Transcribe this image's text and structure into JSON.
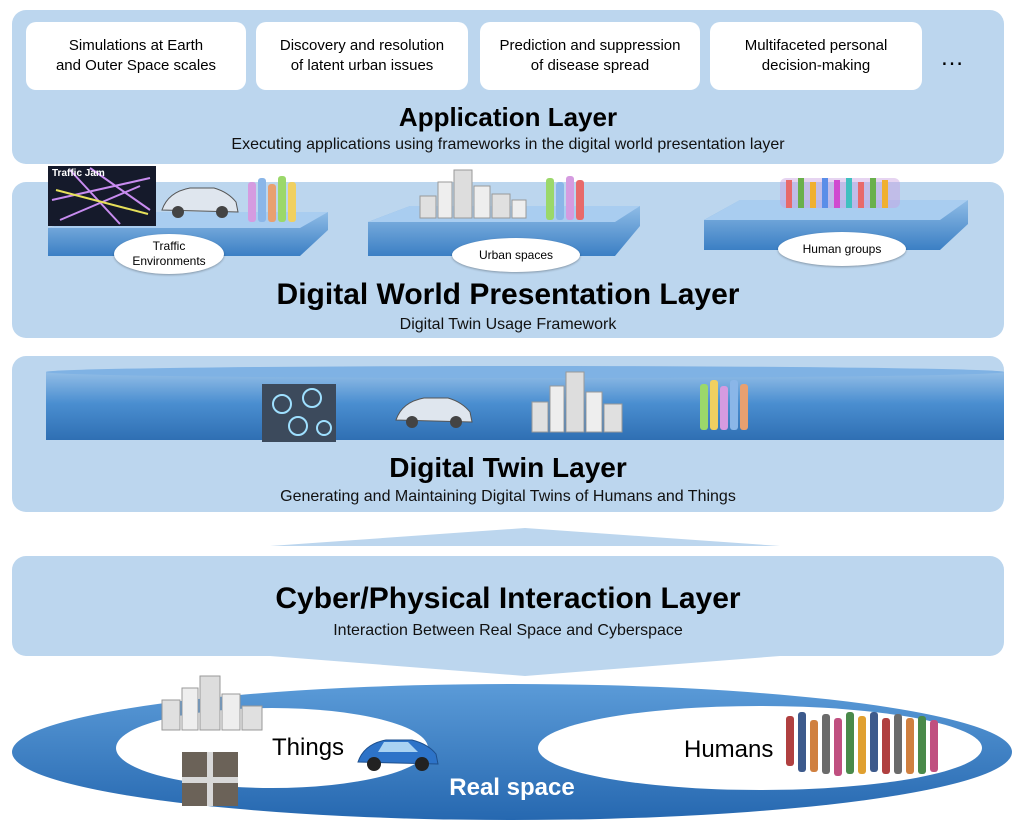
{
  "application_layer": {
    "title": "Application Layer",
    "subtitle": "Executing applications using frameworks in the digital world presentation layer",
    "apps": [
      "Simulations at Earth\nand Outer Space scales",
      "Discovery and resolution\nof latent urban issues",
      "Prediction and suppression\nof disease spread",
      "Multifaceted personal\ndecision-making"
    ],
    "more": "…"
  },
  "presentation_layer": {
    "title": "Digital World Presentation Layer",
    "subtitle": "Digital Twin Usage Framework",
    "frameworks": [
      "Traffic\nEnvironments",
      "Urban spaces",
      "Human groups"
    ],
    "traffic_image_text": "Traffic Jam"
  },
  "twin_layer": {
    "title": "Digital Twin Layer",
    "subtitle": "Generating and Maintaining Digital Twins of Humans and Things"
  },
  "interaction_layer": {
    "title": "Cyber/Physical Interaction Layer",
    "subtitle": "Interaction Between Real Space and Cyberspace"
  },
  "real_space": {
    "label": "Real space",
    "things": "Things",
    "humans": "Humans"
  },
  "colors": {
    "layer_bg": "#bcd6ee",
    "platform_blue": "#5a9bd5",
    "real_space_blue": "#2e75b6"
  }
}
